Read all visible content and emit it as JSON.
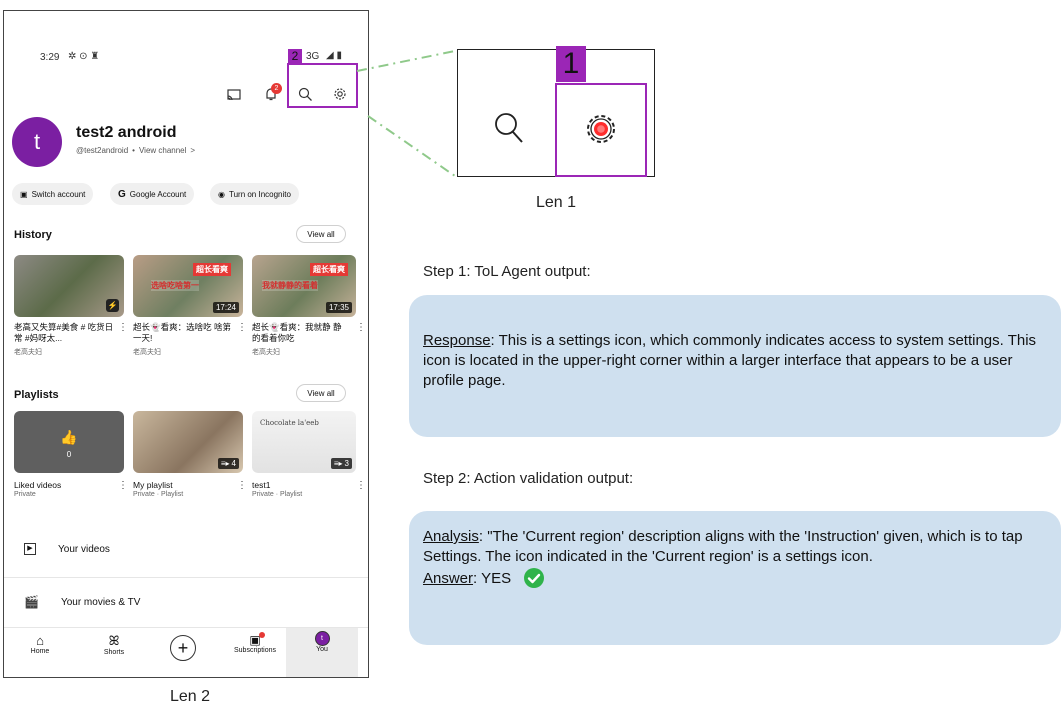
{
  "phone": {
    "status": {
      "time": "3:29",
      "network": "3G"
    },
    "notification_count": "2",
    "highlight_tag": "2",
    "profile": {
      "initial": "t",
      "name": "test2 android",
      "handle": "@test2android",
      "view_channel": "View channel"
    },
    "chips": [
      "Switch account",
      "Google Account",
      "Turn on Incognito"
    ],
    "history": {
      "title": "History",
      "view_all": "View all",
      "videos": [
        {
          "title": "老高又失算#美食 # 吃货日常 #妈呀太...",
          "channel": "老高夫妇",
          "duration": ""
        },
        {
          "title": "超长👻看爽：选啥吃 啥第一天!",
          "channel": "老高夫妇",
          "duration": "17:24",
          "overlay": "超长看爽",
          "overlay2": "选啥吃啥第一"
        },
        {
          "title": "超长👻看爽：我就静 静的看着你吃",
          "channel": "老高夫妇",
          "duration": "17:35",
          "overlay": "超长看爽",
          "overlay2": "我就静静的看着"
        }
      ]
    },
    "playlists": {
      "title": "Playlists",
      "view_all": "View all",
      "items": [
        {
          "title": "Liked videos",
          "sub": "Private",
          "count": "0"
        },
        {
          "title": "My playlist",
          "sub": "Private · Playlist",
          "count": "4"
        },
        {
          "title": "test1",
          "sub": "Private · Playlist",
          "count": "3",
          "overlay": "Chocolate la'eeb"
        }
      ]
    },
    "menu": [
      "Your videos",
      "Your movies & TV"
    ],
    "nav": [
      "Home",
      "Shorts",
      "",
      "Subscriptions",
      "You"
    ]
  },
  "lens1": {
    "tag": "1",
    "caption": "Len 1"
  },
  "lens2_caption": "Len 2",
  "step1": {
    "heading": "Step 1: ToL Agent output:",
    "label": "Response",
    "text": ": This is a settings icon, which commonly indicates access to system settings. This icon is located in the upper-right corner within a larger interface that appears to be a user profile page."
  },
  "step2": {
    "heading": "Step 2: Action validation output:",
    "analysis_label": "Analysis",
    "analysis_text": ":  \"The 'Current region' description aligns with the 'Instruction' given, which is to tap Settings. The icon indicated in the 'Current region' is a settings icon.",
    "answer_label": "Answer",
    "answer_text": ": YES"
  },
  "colors": {
    "highlight": "#9b26b6",
    "bubble": "#cfe0ef",
    "connector": "#8fc98a",
    "check": "#2fb34a"
  }
}
